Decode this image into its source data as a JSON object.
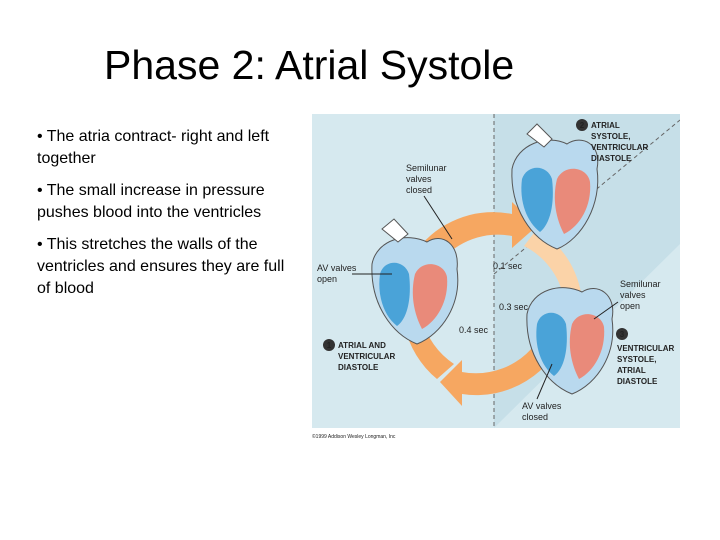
{
  "slide": {
    "title": "Phase 2: Atrial Systole",
    "bullets": [
      "• The atria contract- right and left together",
      "• The small increase in pressure pushes blood into the ventricles",
      "• This stretches the walls of the ventricles and ensures they are full of blood"
    ]
  },
  "figure": {
    "colors": {
      "panel": "#d6e9ef",
      "panel_dark": "#c6dfe8",
      "orange": "#f6a761",
      "orange_light": "#fbd3a8",
      "heart_pink": "#e98a7a",
      "heart_blue": "#4aa3d8",
      "heart_light": "#b9d9ee"
    },
    "phase2": {
      "number": "2",
      "line1": "ATRIAL",
      "line2": "SYSTOLE,",
      "line3": "VENTRICULAR",
      "line4": "DIASTOLE"
    },
    "phase1": {
      "number": "1",
      "line1": "ATRIAL AND",
      "line2": "VENTRICULAR",
      "line3": "DIASTOLE"
    },
    "phase3": {
      "number": "3",
      "line1": "VENTRICULAR",
      "line2": "SYSTOLE,",
      "line3": "ATRIAL",
      "line4": "DIASTOLE"
    },
    "semilunar_closed": {
      "line1": "Semilunar",
      "line2": "valves",
      "line3": "closed"
    },
    "semilunar_open": {
      "line1": "Semilunar",
      "line2": "valves",
      "line3": "open"
    },
    "av_open": {
      "line1": "AV valves",
      "line2": "open"
    },
    "av_closed": {
      "line1": "AV valves",
      "line2": "closed"
    },
    "time_01": "0.1 sec",
    "time_03": "0.3 sec",
    "time_04": "0.4 sec",
    "copyright": "©1999 Addison Wesley Longman, Inc"
  }
}
